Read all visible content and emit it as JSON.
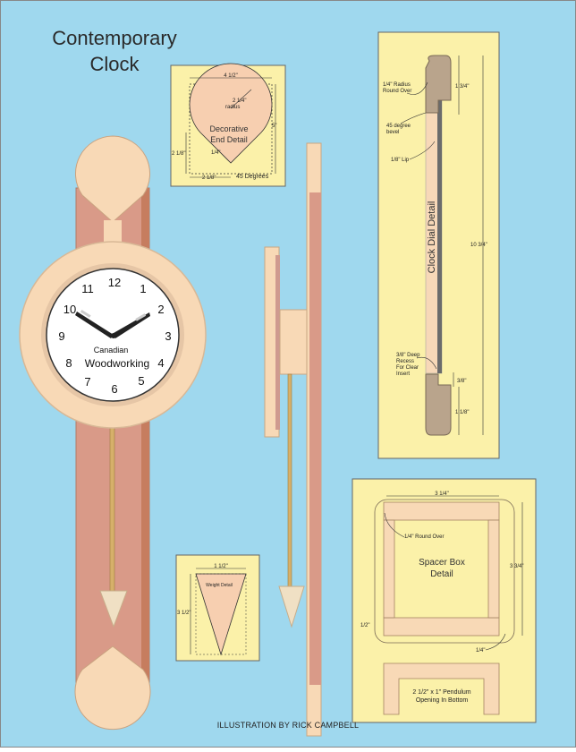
{
  "title": {
    "line1": "Contemporary",
    "line2": "Clock"
  },
  "credit": "ILLUSTRATION BY RICK CAMPBELL",
  "colors": {
    "background": "#9fd8ee",
    "wood_light": "#f8d9b6",
    "wood_dark": "#d99a88",
    "panel": "#fbf1a9",
    "dial_insert": "#b9a48c",
    "acrylic": "#f0c9c3",
    "hands": "#222222"
  },
  "clock_face": {
    "numerals": [
      "12",
      "1",
      "2",
      "3",
      "4",
      "5",
      "6",
      "7",
      "8",
      "9",
      "10",
      "11"
    ],
    "brand_line1": "Canadian",
    "brand_line2": "Woodworking"
  },
  "end_detail": {
    "width": "4 1/2\"",
    "radius": "2 1/4\"",
    "radius_word": "radius",
    "height": "5\"",
    "caption_line1": "Decorative",
    "caption_line2": "End Detail",
    "left_side": "2 1/8\"",
    "bottom_left": "2 1/8\"",
    "small": "1/4\"",
    "angle": "45 Degrees"
  },
  "dial_detail": {
    "round_over": "1/4\" Radius",
    "round_over2": "Round Over",
    "bevel": "45 degree",
    "bevel2": "bevel",
    "lip": "1/8\" Lip",
    "caption": "Clock Dial Detail",
    "top_dim": "1 3/4\"",
    "total_dim": "10 3/4\"",
    "recess1": "3/8\" Deep",
    "recess2": "Recess",
    "recess3": "For Clear",
    "recess4": "Insert",
    "recess_dim": "3/8\"",
    "bottom_dim": "1 1/8\""
  },
  "weight_detail": {
    "width": "1 1/2\"",
    "height": "3 1/2\"",
    "caption": "Weight Detail"
  },
  "spacer_detail": {
    "width": "3 1/4\"",
    "height": "3 3/4\"",
    "round_over": "1/4\" Round Over",
    "caption_line1": "Spacer Box",
    "caption_line2": "Detail",
    "left_dim": "1/2\"",
    "corner_dim": "1/4\"",
    "opening_line1": "2 1/2\" x 1\" Pendulum",
    "opening_line2": "Opening In Bottom"
  }
}
